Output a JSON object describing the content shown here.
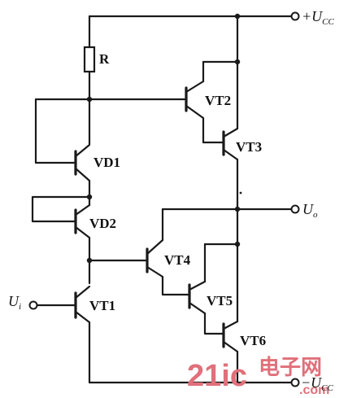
{
  "labels": {
    "ucc_top": "+U",
    "ucc_top_sub": "CC",
    "uo": "U",
    "uo_sub": "o",
    "ui": "U",
    "ui_sub": "i",
    "ucc_bottom": "U",
    "ucc_bottom_sub": "CC",
    "ucc_bottom_prefix": "−",
    "r": "R",
    "vd1": "VD1",
    "vd2": "VD2",
    "vt1": "VT1",
    "vt2": "VT2",
    "vt3": "VT3",
    "vt4": "VT4",
    "vt5": "VT5",
    "vt6": "VT6"
  },
  "watermark": {
    "number": "21ic",
    "chinese": "电子网",
    "domain": ".com"
  },
  "colors": {
    "ink": "#1a1a1a",
    "watermark": "#e0707a"
  }
}
